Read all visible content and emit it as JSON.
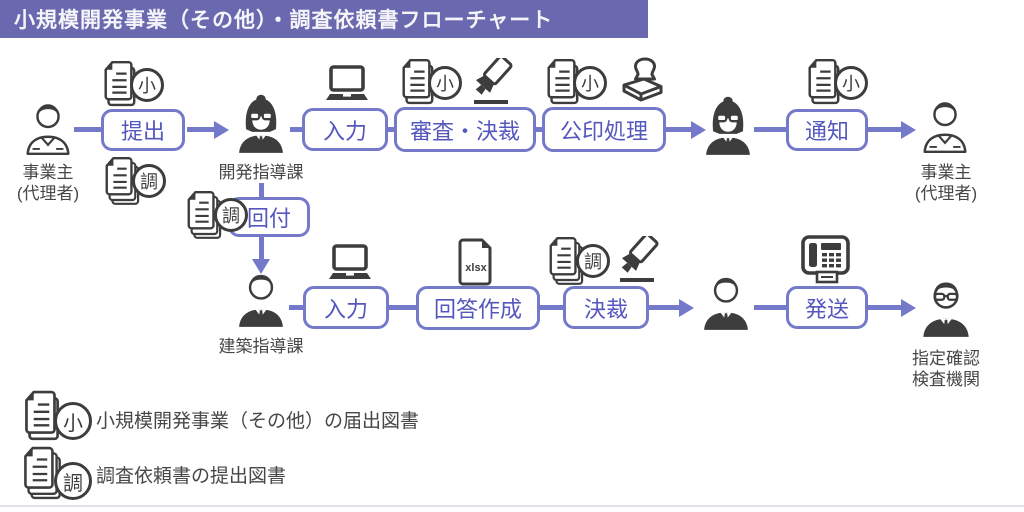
{
  "header": {
    "title": "小規模開発事業（その他）・調査依頼書フローチャート"
  },
  "badges": {
    "small": "小",
    "survey": "調"
  },
  "file_icon": {
    "xlsx_label": "xlsx"
  },
  "steps": {
    "submit": "提出",
    "input1": "入力",
    "review": "審査・決裁",
    "seal": "公印処理",
    "notify": "通知",
    "route": "回付",
    "input2": "入力",
    "answer": "回答作成",
    "approve": "決裁",
    "send": "発送"
  },
  "actors": {
    "applicant_left": "事業主\n(代理者)",
    "dev_guidance": "開発指導課",
    "applicant_right": "事業主\n(代理者)",
    "building_guidance": "建築指導課",
    "inspection_agency": "指定確認\n検査機関"
  },
  "legend": {
    "items": [
      {
        "badge": "小",
        "text": "小規模開発事業（その他）の届出図書"
      },
      {
        "badge": "調",
        "text": "調査依頼書の提出図書"
      }
    ]
  },
  "colors": {
    "banner": "#6a69b0",
    "accent": "#7579ca",
    "box_text": "#5457bd",
    "icon": "#3d3d3d"
  }
}
